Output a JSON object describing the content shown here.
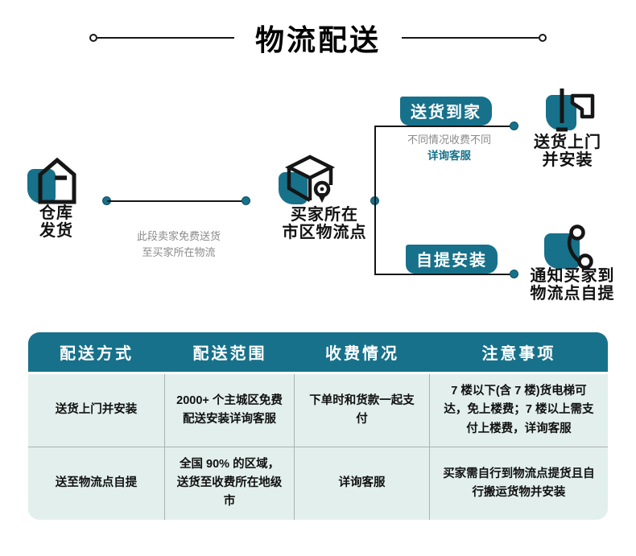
{
  "colors": {
    "teal_accent": "#17718a",
    "table_body_mint": "#e2efed",
    "line_black": "#161616",
    "caption_gray": "#8a8a8a",
    "divider_gray": "#a9b3b3"
  },
  "title": {
    "text": "物流配送"
  },
  "icons": {
    "warehouse": "house-icon",
    "midpoint": "package-location-pin-icon",
    "home_result": "drill-icon",
    "pickup_result": "phone-handset-icon"
  },
  "flow": {
    "warehouse": {
      "line1": "仓库",
      "line2": "发货"
    },
    "segment1": {
      "caption_line1": "此段卖家免费送货",
      "caption_line2": "至买家所在物流"
    },
    "midpoint": {
      "line1": "买家所在",
      "line2": "市区物流点"
    },
    "home": {
      "badge": "送货到家",
      "note_line1": "不同情况收费不同",
      "note_line2": "详询客服",
      "result_line1": "送货上门",
      "result_line2": "并安装"
    },
    "pickup": {
      "badge": "自提安装",
      "result_line1": "通知买家到",
      "result_line2": "物流点自提"
    }
  },
  "table": {
    "headers": [
      "配送方式",
      "配送范围",
      "收费情况",
      "注意事项"
    ],
    "rows": [
      [
        "送货上门并安装",
        "2000+ 个主城区免费配送安装详询客服",
        "下单时和货款一起支付",
        "7 楼以下(含 7 楼)货电梯可达，免上楼费；7 楼以上需支付上楼费，详询客服"
      ],
      [
        "送至物流点自提",
        "全国 90% 的区域，送货至收费所在地级市",
        "详询客服",
        "买家需自行到物流点提货且自行搬运货物并安装"
      ]
    ]
  }
}
